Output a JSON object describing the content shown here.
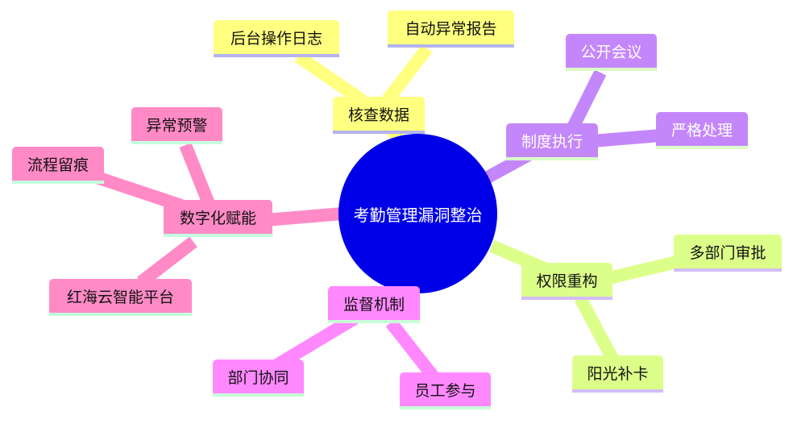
{
  "center": {
    "label": "考勤管理漏洞整治",
    "color": "#0000e8"
  },
  "branches": [
    {
      "label": "核查数据",
      "color": "#ffff80",
      "children": [
        "后台操作日志",
        "自动异常报告"
      ]
    },
    {
      "label": "制度执行",
      "color": "#c487fb",
      "children": [
        "公开会议",
        "严格处理"
      ]
    },
    {
      "label": "权限重构",
      "color": "#dcff8a",
      "children": [
        "多部门审批",
        "阳光补卡"
      ]
    },
    {
      "label": "监督机制",
      "color": "#ff88ff",
      "children": [
        "部门协同",
        "员工参与"
      ]
    },
    {
      "label": "数字化赋能",
      "color": "#ff8ac6",
      "children": [
        "异常预警",
        "流程留痕",
        "红海云智能平台"
      ]
    }
  ]
}
